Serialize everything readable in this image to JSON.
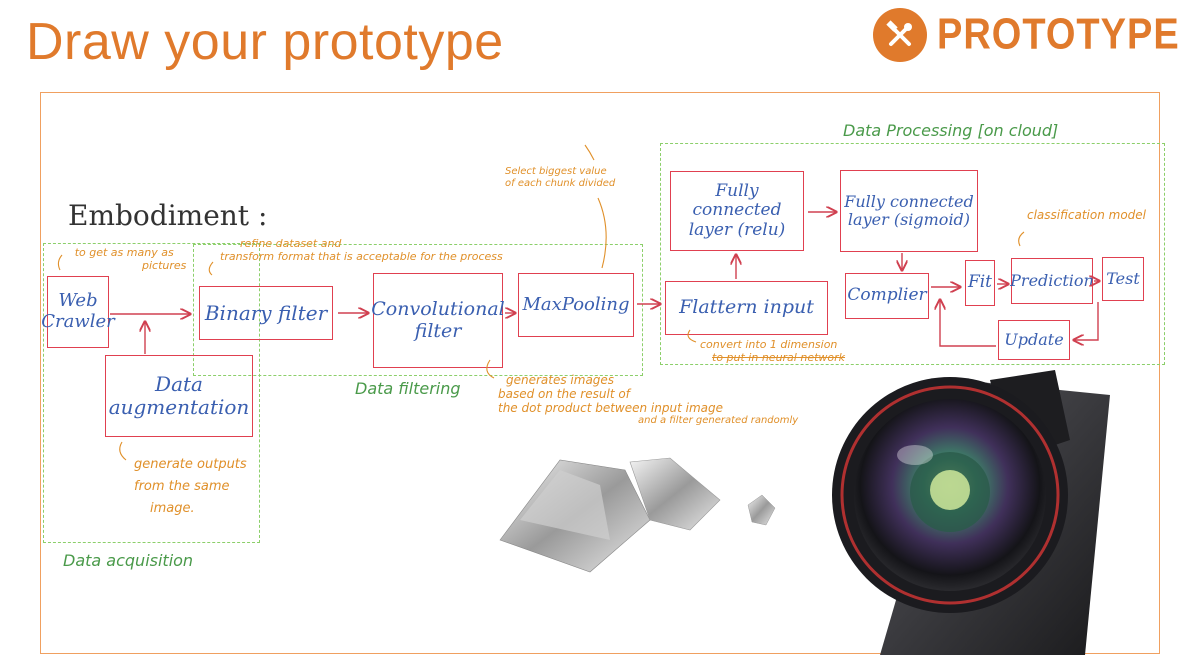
{
  "header": {
    "title": "Draw your prototype",
    "logo_text": "PROTOTYPE",
    "logo_icon": "hammer-wrench-icon",
    "accent_color": "#e07a2c"
  },
  "diagram": {
    "heading": "Embodiment :",
    "regions": {
      "acquisition": "Data acquisition",
      "filtering": "Data filtering",
      "processing": "Data Processing [on cloud]"
    },
    "nodes": {
      "web_crawler": [
        "Web",
        "Crawler"
      ],
      "data_augmentation": [
        "Data",
        "augmentation"
      ],
      "binary_filter": "Binary filter",
      "conv_filter": [
        "Convolutional",
        "filter"
      ],
      "max_pooling": "MaxPooling",
      "flatten_input": "Flattern input",
      "fc_relu": [
        "Fully connected",
        "layer (relu)"
      ],
      "fc_sigmoid": [
        "Fully connected",
        "layer (sigmoid)"
      ],
      "compiler": "Complier",
      "fit": "Fit",
      "prediction": "Prediction",
      "test": "Test",
      "update": "Update"
    },
    "notes": {
      "crawler": [
        "to get as many as",
        "pictures"
      ],
      "binary": [
        "refine dataset and",
        "transform format that is acceptable for the process"
      ],
      "maxpool": [
        "Select biggest value",
        "of each chunk divided"
      ],
      "classification": "classification model",
      "flatten": [
        "convert into 1 dimension",
        "to put in neural network"
      ],
      "conv": [
        "generates images",
        "based on the result of",
        "the dot product between input image",
        "and a filter generated randomly"
      ],
      "augmentation": [
        "generate outputs",
        "from the same",
        "image."
      ]
    },
    "colors": {
      "box_border": "#e04050",
      "box_text": "#3a5fb0",
      "note_orange": "#e0902a",
      "region_green": "#8ccf6a",
      "label_green": "#4a9a4a"
    }
  }
}
